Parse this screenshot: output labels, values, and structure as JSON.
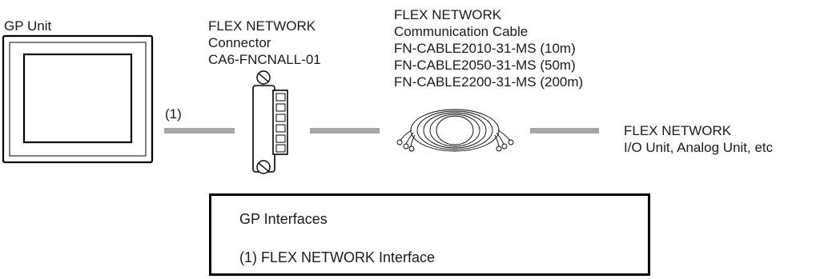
{
  "gp_unit": {
    "label": "GP Unit"
  },
  "cable_1": {
    "label": "(1)"
  },
  "connector": {
    "lines": [
      "FLEX NETWORK",
      "Connector",
      "CA6-FNCNALL-01"
    ]
  },
  "comm_cable": {
    "lines": [
      "FLEX NETWORK",
      "Communication Cable",
      "FN-CABLE2010-31-MS (10m)",
      "FN-CABLE2050-31-MS (50m)",
      "FN-CABLE2200-31-MS (200m)"
    ]
  },
  "io_unit": {
    "lines": [
      "FLEX NETWORK",
      "I/O Unit, Analog Unit, etc"
    ]
  },
  "legend": {
    "title": "GP Interfaces",
    "item": "(1) FLEX NETWORK Interface"
  },
  "colors": {
    "cable": "#a6a6a6",
    "outline": "#000000",
    "connector_fill": "#ffffff"
  }
}
